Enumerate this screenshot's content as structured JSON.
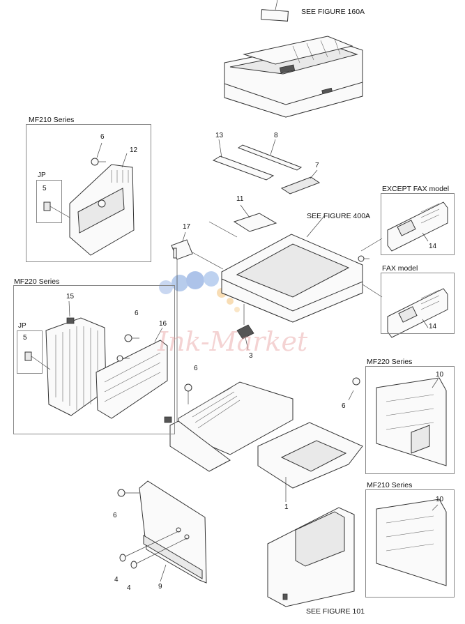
{
  "refs": {
    "fig160a": "SEE FIGURE 160A",
    "fig400a": "SEE FIGURE 400A",
    "fig101": "SEE FIGURE 101"
  },
  "groups": {
    "mf210_top": "MF210 Series",
    "mf220_left": "MF220 Series",
    "except_fax": "EXCEPT FAX model",
    "fax": "FAX model",
    "mf220_right": "MF220 Series",
    "mf210_right": "MF210 Series",
    "jp_a": "JP",
    "jp_b": "JP"
  },
  "callouts": {
    "c1": "1",
    "c3": "3",
    "c4a": "4",
    "c4b": "4",
    "c5a": "5",
    "c5b": "5",
    "c6a": "6",
    "c6b": "6",
    "c6c": "6",
    "c6d": "6",
    "c6e": "6",
    "c7": "7",
    "c8": "8",
    "c9": "9",
    "c10a": "10",
    "c10b": "10",
    "c11": "11",
    "c12": "12",
    "c13": "13",
    "c14a": "14",
    "c14b": "14",
    "c15": "15",
    "c16": "16",
    "c17": "17"
  },
  "watermark": "Ink-Market"
}
